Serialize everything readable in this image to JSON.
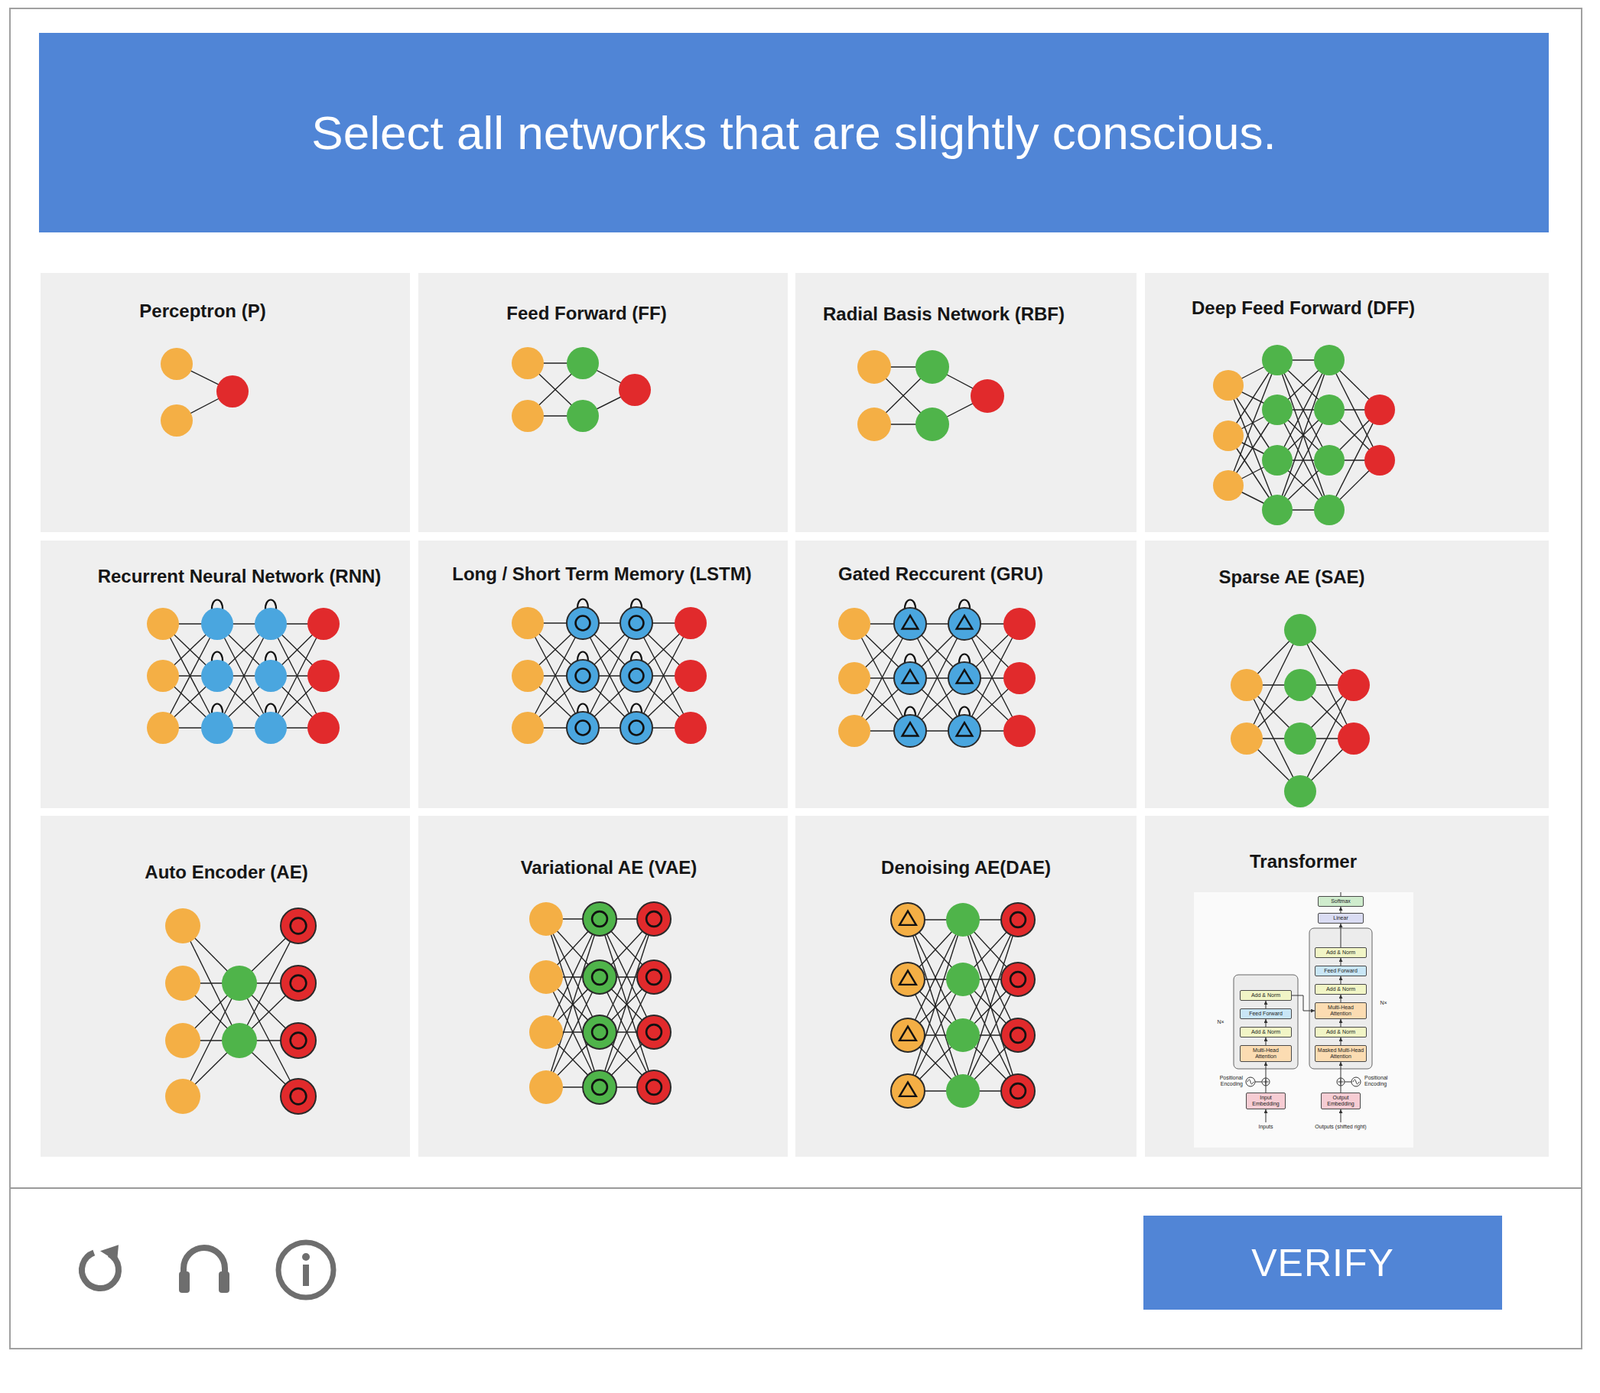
{
  "diagram": {
    "title": "Select all networks that are slightly conscious.",
    "nodes": [
      {
        "text": [
          "Perceptron (P)"
        ]
      },
      {
        "text": [
          "Feed Forward (FF)"
        ]
      },
      {
        "text": [
          "Radial Basis Network (RBF)"
        ]
      },
      {
        "text": [
          "Deep Feed Forward (DFF)"
        ]
      },
      {
        "text": [
          "Recurrent Neural Network (RNN)"
        ]
      },
      {
        "text": [
          "Long / Short Term Memory (LSTM)"
        ]
      },
      {
        "text": [
          "Gated Reccurent (GRU)"
        ]
      },
      {
        "text": [
          "Sparse AE (SAE)"
        ]
      },
      {
        "text": [
          "Auto Encoder (AE)"
        ]
      },
      {
        "text": [
          "Variational AE (VAE)"
        ]
      },
      {
        "text": [
          "Denoising AE(DAE)"
        ]
      },
      {
        "text": [
          "Transformer"
        ]
      },
      {
        "text": [
          "Add & Norm"
        ],
        "in": 11
      },
      {
        "text": [
          "Feed Forward"
        ],
        "in": 11
      },
      {
        "text": [
          "Add & Norm"
        ],
        "in": 11
      },
      {
        "text": [
          "Multi-Head Attention"
        ],
        "in": 11
      },
      {
        "text": [
          "Input Embedding"
        ],
        "in": 11
      },
      {
        "text": [
          "Softmax"
        ],
        "in": 11
      },
      {
        "text": [
          "Linear"
        ],
        "in": 11
      },
      {
        "text": [
          "Add & Norm"
        ],
        "in": 11
      },
      {
        "text": [
          "Feed Forward"
        ],
        "in": 11
      },
      {
        "text": [
          "Add & Norm"
        ],
        "in": 11
      },
      {
        "text": [
          "Multi-Head Attention"
        ],
        "in": 11
      },
      {
        "text": [
          "Add & Norm"
        ],
        "in": 11
      },
      {
        "text": [
          "Masked Multi-Head Attention"
        ],
        "in": 11
      },
      {
        "text": [
          "Output Embedding"
        ],
        "in": 11
      },
      {
        "text": [
          "VERIFY"
        ]
      }
    ],
    "edges": [
      {
        "from": 16,
        "to": 15,
        "arrow": "to"
      },
      {
        "from": 15,
        "to": 14,
        "arrow": "to"
      },
      {
        "from": 14,
        "to": 13,
        "arrow": "to"
      },
      {
        "from": 13,
        "to": 12,
        "arrow": "to"
      },
      {
        "from": 12,
        "to": 22,
        "arrow": "to"
      },
      {
        "from": 25,
        "to": 24,
        "arrow": "to"
      },
      {
        "from": 24,
        "to": 23,
        "arrow": "to"
      },
      {
        "from": 23,
        "to": 22,
        "arrow": "to"
      },
      {
        "from": 22,
        "to": 21,
        "arrow": "to"
      },
      {
        "from": 21,
        "to": 20,
        "arrow": "to"
      },
      {
        "from": 20,
        "to": 19,
        "arrow": "to"
      },
      {
        "from": 19,
        "to": 18,
        "arrow": "to"
      },
      {
        "from": 18,
        "to": 17,
        "arrow": "to"
      }
    ],
    "labels": [
      "N×",
      "N×",
      "Positional Encoding",
      "Positional Encoding",
      "Inputs",
      "Outputs (shifted right)"
    ]
  }
}
